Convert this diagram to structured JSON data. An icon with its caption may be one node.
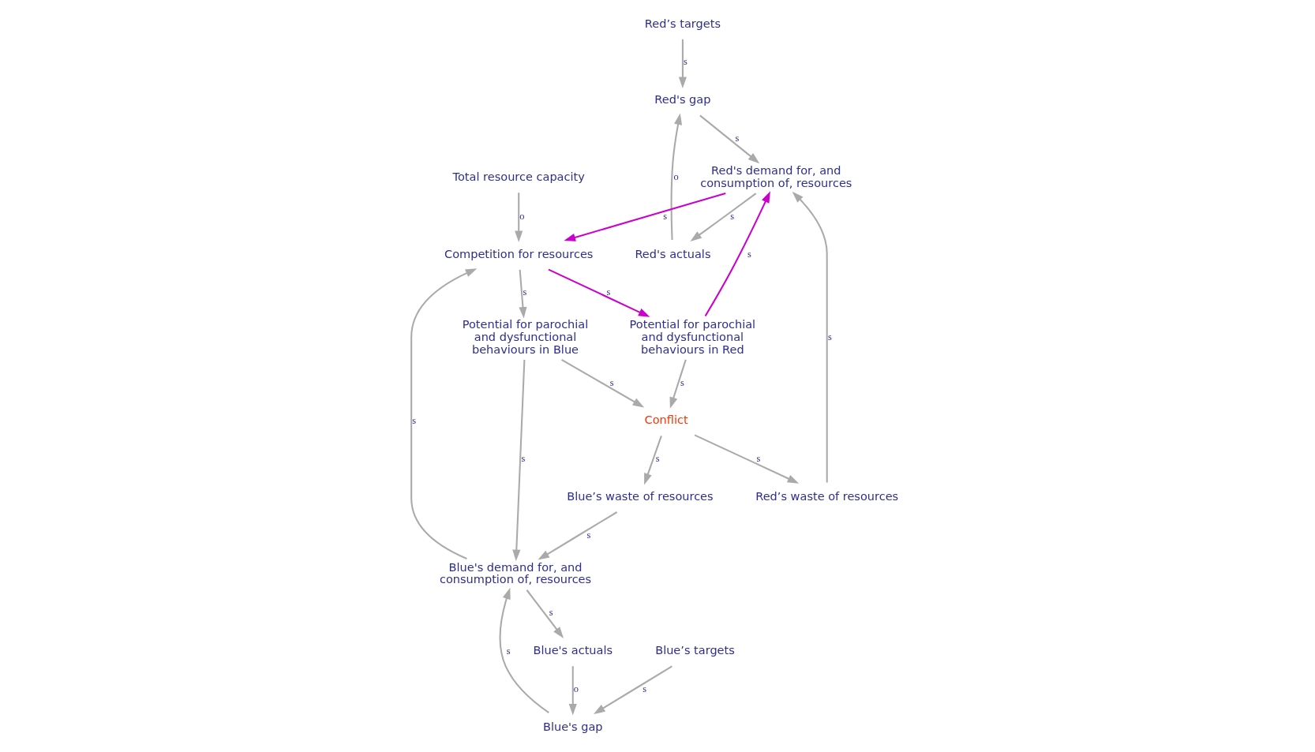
{
  "diagram": {
    "nodes": [
      {
        "text": [
          "Red’s targets"
        ]
      },
      {
        "text": [
          "Red's gap"
        ]
      },
      {
        "text": [
          "Red's actuals"
        ]
      },
      {
        "text": [
          "Red's demand for, and consumption of, resources"
        ]
      },
      {
        "text": [
          "Total resource capacity"
        ]
      },
      {
        "text": [
          "Competition for resources"
        ]
      },
      {
        "text": [
          "Blue’s targets"
        ]
      },
      {
        "text": [
          "Blue's gap"
        ]
      },
      {
        "text": [
          "Blue's demand for, and consumption of, resources"
        ]
      },
      {
        "text": [
          "Blue's actuals"
        ]
      },
      {
        "text": [
          "Potential for parochial and dysfunctional behaviours in Red"
        ]
      },
      {
        "text": [
          "Potential for parochial and dysfunctional behaviours in Blue"
        ]
      },
      {
        "text": [
          "Red’s waste of resources"
        ]
      },
      {
        "text": [
          "Blue’s waste of resources"
        ]
      },
      {
        "text": [
          "Conflict"
        ]
      }
    ],
    "edges": [
      {
        "from": 0,
        "to": 1,
        "arrow": "to",
        "label": "s"
      },
      {
        "from": 2,
        "to": 1,
        "arrow": "to",
        "label": "o"
      },
      {
        "from": 1,
        "to": 3,
        "arrow": "to",
        "label": "s"
      },
      {
        "from": 3,
        "to": 2,
        "arrow": "to",
        "label": "s"
      },
      {
        "from": 3,
        "to": 5,
        "arrow": "to",
        "label": "s",
        "color": "#cc00cc"
      },
      {
        "from": 4,
        "to": 5,
        "arrow": "to",
        "label": "o"
      },
      {
        "from": 8,
        "to": 5,
        "arrow": "to",
        "label": "s"
      },
      {
        "from": 6,
        "to": 7,
        "arrow": "to",
        "label": "s"
      },
      {
        "from": 9,
        "to": 7,
        "arrow": "to",
        "label": "o"
      },
      {
        "from": 7,
        "to": 8,
        "arrow": "to",
        "label": "s"
      },
      {
        "from": 8,
        "to": 9,
        "arrow": "to",
        "label": "s"
      },
      {
        "from": 5,
        "to": 10,
        "arrow": "to",
        "label": "s",
        "color": "#cc00cc"
      },
      {
        "from": 10,
        "to": 3,
        "arrow": "to",
        "label": "s",
        "color": "#cc00cc"
      },
      {
        "from": 5,
        "to": 11,
        "arrow": "to",
        "label": "s"
      },
      {
        "from": 11,
        "to": 8,
        "arrow": "to",
        "label": "s"
      },
      {
        "from": 10,
        "to": 14,
        "arrow": "to",
        "label": "s"
      },
      {
        "from": 11,
        "to": 14,
        "arrow": "to",
        "label": "s"
      },
      {
        "from": 14,
        "to": 12,
        "arrow": "to",
        "label": "s"
      },
      {
        "from": 14,
        "to": 13,
        "arrow": "to",
        "label": "s"
      },
      {
        "from": 12,
        "to": 3,
        "arrow": "to",
        "label": "s"
      },
      {
        "from": 13,
        "to": 8,
        "arrow": "to",
        "label": "s"
      }
    ]
  }
}
